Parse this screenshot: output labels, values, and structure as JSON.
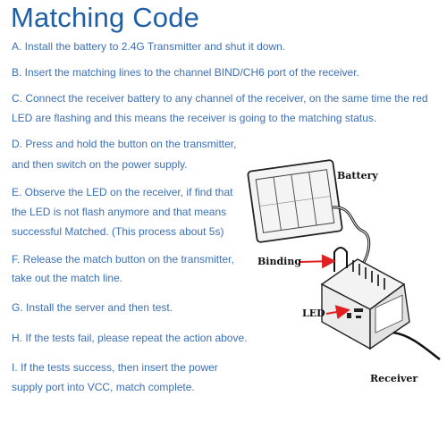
{
  "title": "Matching Code",
  "steps": {
    "a": "A. Install the battery to 2.4G Transmitter and shut it down.",
    "b": "B. Insert the matching lines to the channel BIND/CH6 port of the receiver.",
    "c1": "C. Connect the receiver battery to any channel of the receiver, on the same time the red",
    "c2": "LED are flashing and this means the receiver is going to the matching status.",
    "d1": "D. Press and hold the button on the transmitter,",
    "d2": "and then switch on the power supply.",
    "e1": "E. Observe the LED on the receiver, if find that",
    "e2": "the LED is not flash anymore and that means",
    "e3": "successful Matched. (This process about 5s)",
    "f1": "F. Release the match button on the transmitter,",
    "f2": "take out the match line.",
    "g": "G. Install the server and then test.",
    "h": "H. If the tests fail, please repeat the action above.",
    "i1": "I. If the tests success, then insert the power",
    "i2": "supply port into VCC, match complete."
  },
  "diagram": {
    "battery_label": "Battery",
    "binding_label": "Binding",
    "led_label": "LED",
    "receiver_label": "Receiver",
    "arrow_color": "#e02020"
  }
}
